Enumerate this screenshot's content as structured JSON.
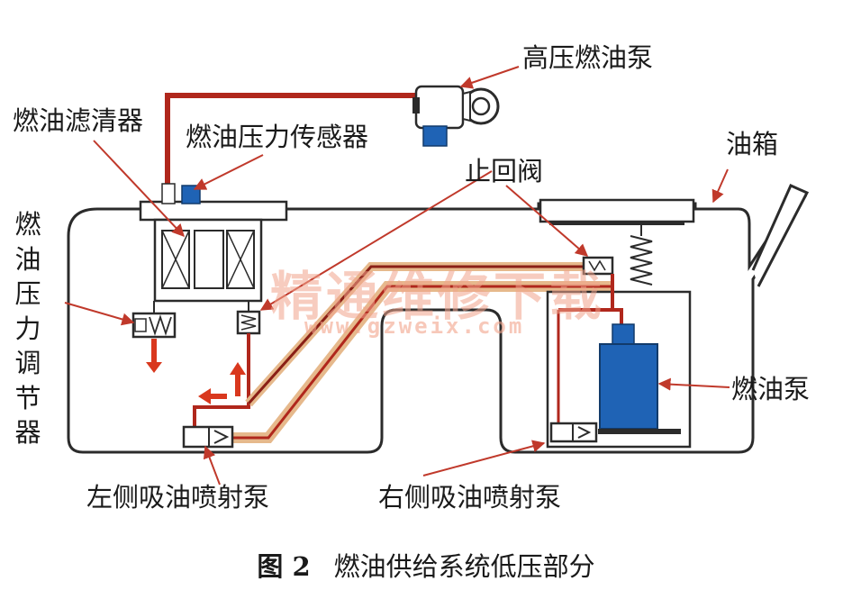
{
  "diagram": {
    "labels": {
      "high_pressure_pump": "高压燃油泵",
      "fuel_filter": "燃油滤清器",
      "fuel_pressure_sensor": "燃油压力传感器",
      "fuel_tank": "油箱",
      "check_valve": "止回阀",
      "fuel_pressure_regulator": "燃油压力调节器",
      "fuel_pump": "燃油泵",
      "left_jet_pump": "左侧吸油喷射泵",
      "right_jet_pump": "右侧吸油喷射泵"
    },
    "caption": {
      "figure_number": "图 2",
      "title": "燃油供给系统低压部分"
    }
  },
  "watermark": {
    "text": "精通维修下载",
    "url": "www.gzweix.com",
    "color": "#f2a48c"
  },
  "colors": {
    "outline": "#2b2b2b",
    "pipe_red": "#b0271c",
    "pipe_tan": "#e6b98c",
    "pump_blue": "#1f63b5",
    "arrow_red": "#d9381e",
    "label_pointer": "#c0392b"
  }
}
